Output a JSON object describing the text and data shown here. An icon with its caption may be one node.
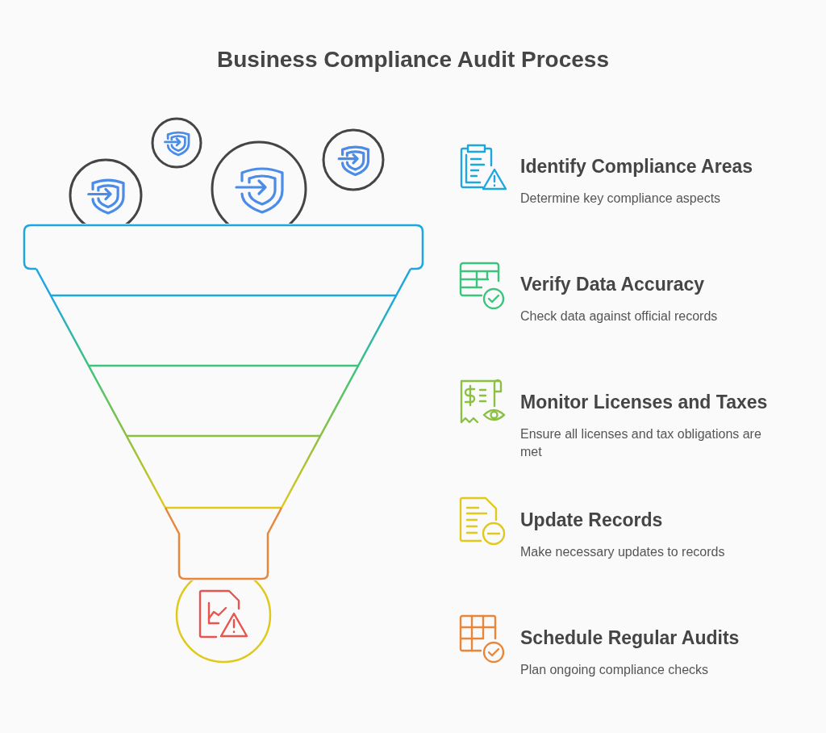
{
  "diagram": {
    "title": "Business Compliance Audit Process",
    "nodes": [
      {
        "text": [
          "Identify Compliance Areas",
          "Determine key compliance aspects"
        ]
      },
      {
        "text": [
          "Verify Data Accuracy",
          "Check data against official records"
        ]
      },
      {
        "text": [
          "Monitor Licenses and Taxes",
          "Ensure all licenses and tax obligations are met"
        ]
      },
      {
        "text": [
          "Update Records",
          "Make necessary updates to records"
        ]
      },
      {
        "text": [
          "Schedule Regular Audits",
          "Plan ongoing compliance checks"
        ]
      }
    ]
  }
}
